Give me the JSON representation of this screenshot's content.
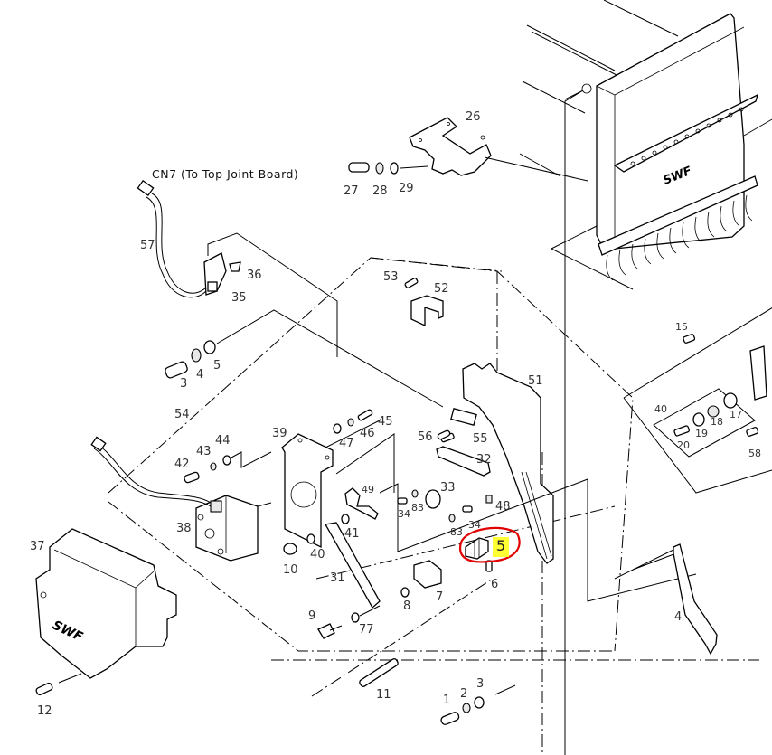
{
  "diagram": {
    "title": "Exploded parts diagram - head drive / color change assembly",
    "brand_logo": "SWF",
    "connector_caption": "CN7 (To Top Joint Board)",
    "highlight": {
      "part_label": "5",
      "highlight_color": "#ffff33",
      "circle_color": "#e00000"
    },
    "labels": {
      "p1": "1",
      "p2": "2",
      "p3": "3",
      "p3b": "3",
      "p4": "4",
      "p4b": "4",
      "p5": "5",
      "p6": "6",
      "p7": "7",
      "p8": "8",
      "p9": "9",
      "p10": "10",
      "p11": "11",
      "p12": "12",
      "p15": "15",
      "p17": "17",
      "p18": "18",
      "p19": "19",
      "p20": "20",
      "p26": "26",
      "p27": "27",
      "p28": "28",
      "p29": "29",
      "p31": "31",
      "p32": "32",
      "p33": "33",
      "p34a": "34",
      "p34b": "34",
      "p35": "35",
      "p36": "36",
      "p37": "37",
      "p38": "38",
      "p39": "39",
      "p40": "40",
      "p40b": "40",
      "p41": "41",
      "p42": "42",
      "p43": "43",
      "p44": "44",
      "p45": "45",
      "p46": "46",
      "p47": "47",
      "p48": "48",
      "p49": "49",
      "p51": "51",
      "p52": "52",
      "p53": "53",
      "p54": "54",
      "p55": "55",
      "p56": "56",
      "p57": "57",
      "p58": "58",
      "p77": "77",
      "p83a": "83",
      "p83b": "83"
    }
  }
}
